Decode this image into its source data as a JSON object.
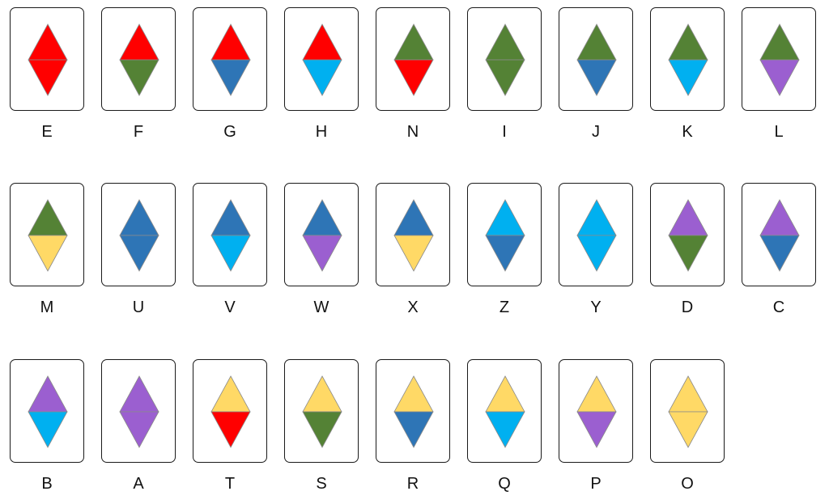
{
  "colors": {
    "red": "#FF0000",
    "green": "#548235",
    "blue": "#2E75B6",
    "cyan": "#00B0F0",
    "purple": "#9B5FD0",
    "yellow": "#FFD966"
  },
  "rows": [
    [
      {
        "label": "E",
        "top": "red",
        "bottom": "red"
      },
      {
        "label": "F",
        "top": "red",
        "bottom": "green"
      },
      {
        "label": "G",
        "top": "red",
        "bottom": "blue"
      },
      {
        "label": "H",
        "top": "red",
        "bottom": "cyan"
      },
      {
        "label": "N",
        "top": "green",
        "bottom": "red"
      },
      {
        "label": "I",
        "top": "green",
        "bottom": "green"
      },
      {
        "label": "J",
        "top": "green",
        "bottom": "blue"
      },
      {
        "label": "K",
        "top": "green",
        "bottom": "cyan"
      },
      {
        "label": "L",
        "top": "green",
        "bottom": "purple"
      }
    ],
    [
      {
        "label": "M",
        "top": "green",
        "bottom": "yellow"
      },
      {
        "label": "U",
        "top": "blue",
        "bottom": "blue"
      },
      {
        "label": "V",
        "top": "blue",
        "bottom": "cyan"
      },
      {
        "label": "W",
        "top": "blue",
        "bottom": "purple"
      },
      {
        "label": "X",
        "top": "blue",
        "bottom": "yellow"
      },
      {
        "label": "Z",
        "top": "cyan",
        "bottom": "blue"
      },
      {
        "label": "Y",
        "top": "cyan",
        "bottom": "cyan"
      },
      {
        "label": "D",
        "top": "purple",
        "bottom": "green"
      },
      {
        "label": "C",
        "top": "purple",
        "bottom": "blue"
      }
    ],
    [
      {
        "label": "B",
        "top": "purple",
        "bottom": "cyan"
      },
      {
        "label": "A",
        "top": "purple",
        "bottom": "purple"
      },
      {
        "label": "T",
        "top": "yellow",
        "bottom": "red"
      },
      {
        "label": "S",
        "top": "yellow",
        "bottom": "green"
      },
      {
        "label": "R",
        "top": "yellow",
        "bottom": "blue"
      },
      {
        "label": "Q",
        "top": "yellow",
        "bottom": "cyan"
      },
      {
        "label": "P",
        "top": "yellow",
        "bottom": "purple"
      },
      {
        "label": "O",
        "top": "yellow",
        "bottom": "yellow"
      }
    ]
  ]
}
